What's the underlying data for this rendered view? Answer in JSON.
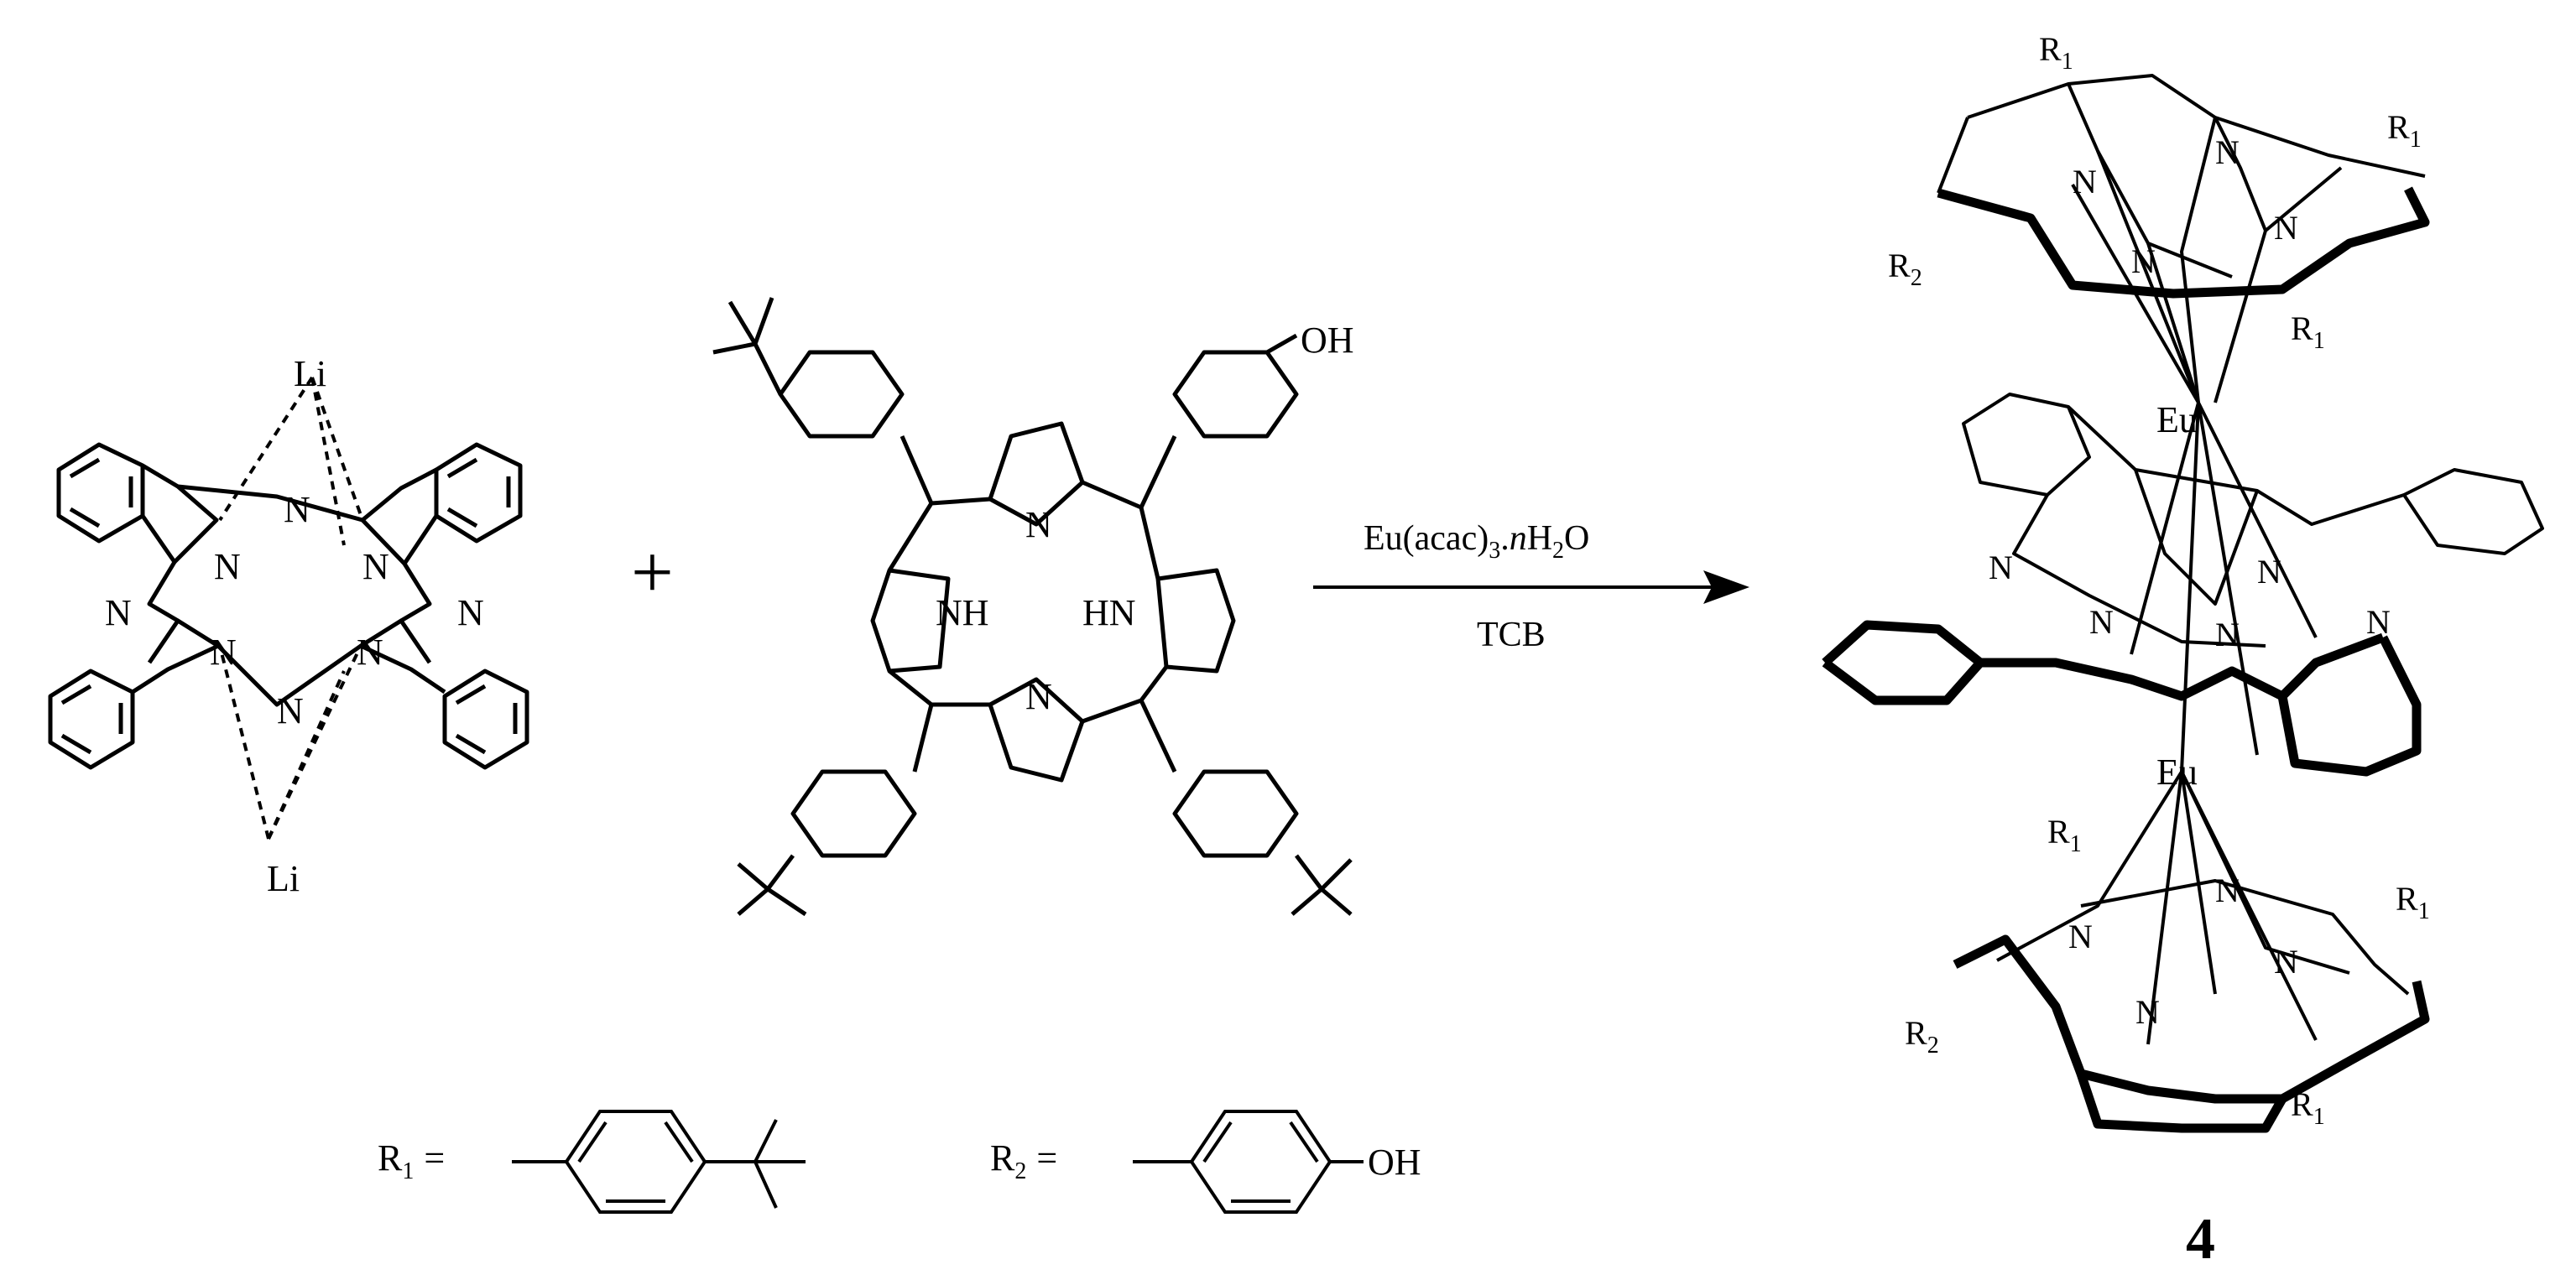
{
  "reaction": {
    "plus": "+",
    "reagent_main": "Eu(acac)",
    "reagent_sub": "3",
    "reagent_dot": ".",
    "reagent_n": "n",
    "reagent_h": "H",
    "reagent_h_sub": "2",
    "reagent_o": "O",
    "solvent": "TCB"
  },
  "atoms": {
    "N": "N",
    "Li": "Li",
    "NH": "NH",
    "HN": "HN",
    "OH": "OH",
    "Eu": "Eu",
    "R": "R",
    "sub1": "1",
    "sub2": "2"
  },
  "legend": {
    "r1_symbol": "R",
    "r1_sub": "1",
    "r2_symbol": "R",
    "r2_sub": "2",
    "equals": "=",
    "oh": "OH"
  },
  "compound_number": "4"
}
